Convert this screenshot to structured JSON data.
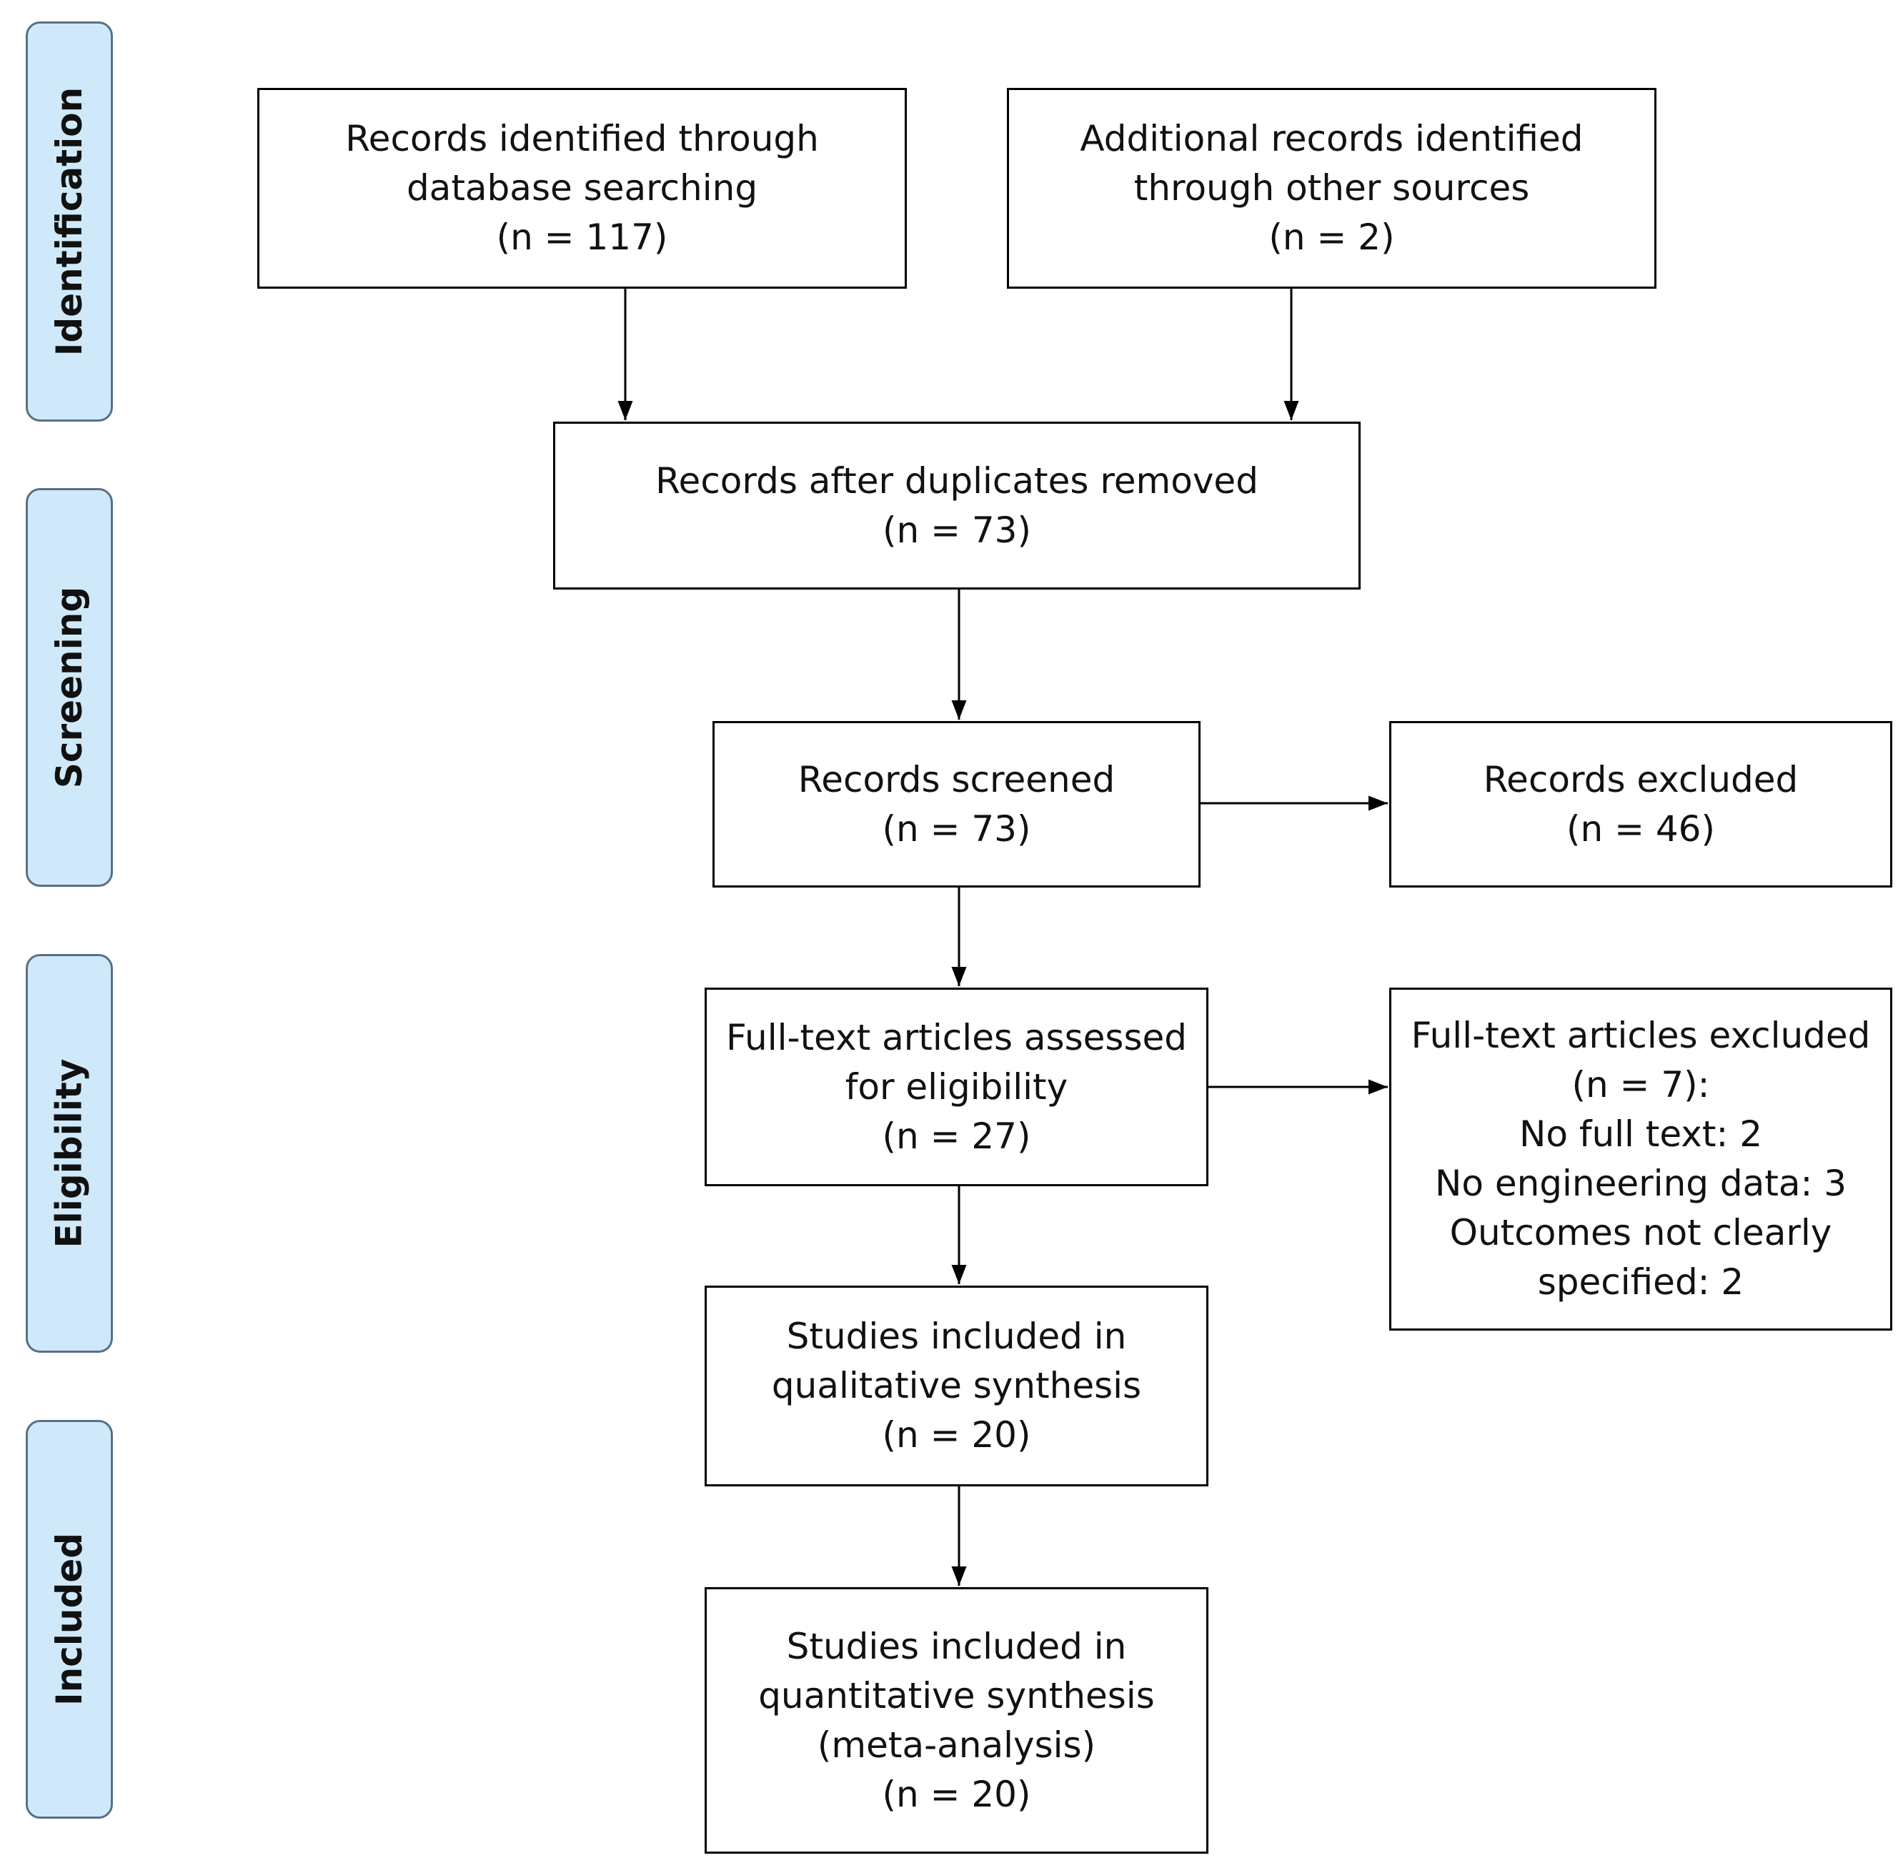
{
  "stages": [
    {
      "id": "identification",
      "label": "Identification"
    },
    {
      "id": "screening",
      "label": "Screening"
    },
    {
      "id": "eligibility",
      "label": "Eligibility"
    },
    {
      "id": "included",
      "label": "Included"
    }
  ],
  "boxes": {
    "database_records": {
      "lines": [
        "Records identified through",
        "database searching",
        "(n = 117)"
      ]
    },
    "other_sources": {
      "lines": [
        "Additional records identified",
        "through other sources",
        "(n = 2)"
      ]
    },
    "duplicates_removed": {
      "lines": [
        "Records after duplicates removed",
        "(n = 73)"
      ]
    },
    "screened": {
      "lines": [
        "Records screened",
        "(n = 73)"
      ]
    },
    "excluded": {
      "lines": [
        "Records excluded",
        "(n = 46)"
      ]
    },
    "fulltext_assessed": {
      "lines": [
        "Full-text articles assessed",
        "for eligibility",
        "(n = 27)"
      ]
    },
    "fulltext_excluded": {
      "lines": [
        "Full-text articles excluded",
        "(n = 7):",
        "No full text: 2",
        "No engineering data: 3",
        "Outcomes not clearly",
        "specified: 2"
      ]
    },
    "qualitative": {
      "lines": [
        "Studies included in",
        "qualitative synthesis",
        "(n = 20)"
      ]
    },
    "quantitative": {
      "lines": [
        "Studies included in",
        "quantitative synthesis",
        "(meta-analysis)",
        "(n = 20)"
      ]
    }
  },
  "colors": {
    "stage_fill": "#cfe9fa",
    "stage_border": "#5a6f84",
    "box_border": "#000000",
    "arrow": "#000000"
  }
}
